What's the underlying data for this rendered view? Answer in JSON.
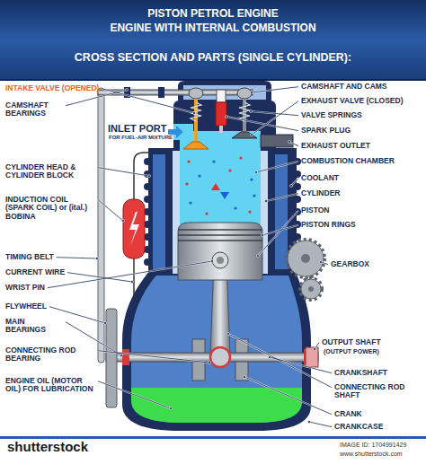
{
  "diagram": {
    "title": "PISTON PETROL ENGINE",
    "labels": [
      "ENGINE WITH INTERNAL COMBUSTION",
      "CROSS SECTION AND PARTS (SINGLE CYLINDER):",
      "INTAKE VALVE (OPENED)",
      "CAMSHAFT BEARINGS",
      "INLET PORT",
      "FOR FUEL-AIR MIXTURE",
      "CYLINDER HEAD & CYLINDER BLOCK",
      "INDUCTION COIL (SPARK COIL) or (ital.) BOBINA",
      "TIMING BELT",
      "CURRENT WIRE",
      "WRIST PIN",
      "FLYWHEEL",
      "MAIN BEARINGS",
      "CONNECTING ROD BEARING",
      "ENGINE OIL (MOTOR OIL) FOR LUBRICATION",
      "CAMSHAFT AND CAMS",
      "EXHAUST VALVE (CLOSED)",
      "VALVE SPRINGS",
      "SPARK PLUG",
      "EXHAUST OUTLET",
      "COMBUSTION CHAMBER",
      "COOLANT",
      "CYLINDER",
      "PISTON",
      "PISTON RINGS",
      "GEARBOX",
      "OUTPUT SHAFT",
      "(OUTPUT POWER)",
      "CRANKSHAFT",
      "CONNECTING ROD SHAFT",
      "CRANK",
      "CRANKCASE",
      "shutterstock",
      "IMAGE ID: 1704991429",
      "www.shutterstock.com"
    ]
  }
}
